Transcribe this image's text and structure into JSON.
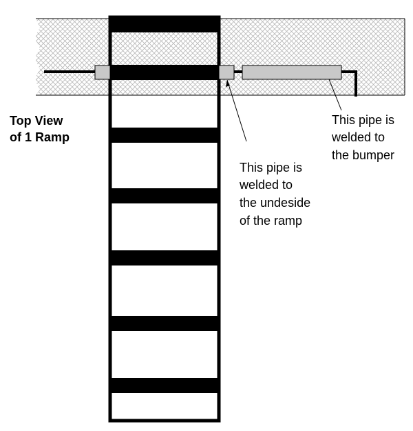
{
  "labels": {
    "view_title_line1": "Top View",
    "view_title_line2": "of 1 Ramp",
    "bumper_pipe_line1": "This pipe is",
    "bumper_pipe_line2": "welded to",
    "bumper_pipe_line3": "the bumper",
    "ramp_pipe_line1": "This pipe is",
    "ramp_pipe_line2": "welded to",
    "ramp_pipe_line3": "the undeside",
    "ramp_pipe_line4": "of the ramp"
  },
  "colors": {
    "bumper_hatch": "#bdbdbd",
    "pipe_fill": "#c8c8c8",
    "ramp_bar": "#000000",
    "background": "#ffffff"
  }
}
